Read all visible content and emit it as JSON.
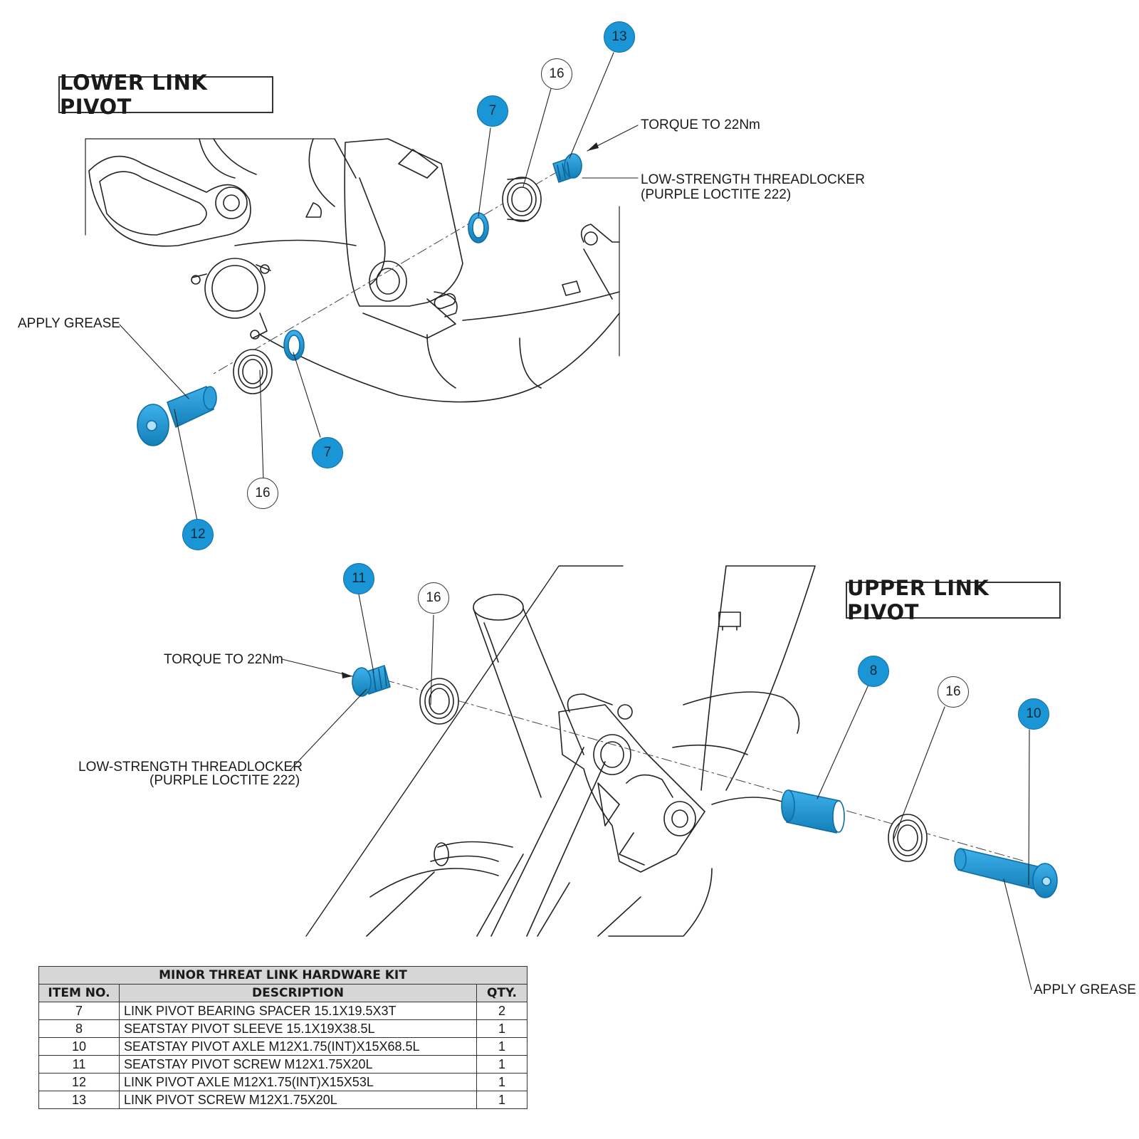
{
  "lower": {
    "title": "LOWER LINK PIVOT",
    "torque": "TORQUE TO 22Nm",
    "threadlocker_1": "LOW-STRENGTH THREADLOCKER",
    "threadlocker_2": "(PURPLE LOCTITE 222)",
    "grease": "APPLY GREASE",
    "balloons": {
      "b13": "13",
      "b16a": "16",
      "b7a": "7",
      "b7b": "7",
      "b16b": "16",
      "b12": "12"
    }
  },
  "upper": {
    "title": "UPPER LINK PIVOT",
    "torque": "TORQUE TO 22Nm",
    "threadlocker_1": "LOW-STRENGTH THREADLOCKER",
    "threadlocker_2": "(PURPLE LOCTITE 222)",
    "grease": "APPLY GREASE",
    "balloons": {
      "b11": "11",
      "b16a": "16",
      "b8": "8",
      "b16b": "16",
      "b10": "10"
    }
  },
  "bom": {
    "title": "MINOR THREAT LINK HARDWARE KIT",
    "headers": {
      "item": "ITEM NO.",
      "desc": "DESCRIPTION",
      "qty": "QTY."
    },
    "rows": [
      {
        "item": "7",
        "desc": "LINK PIVOT BEARING SPACER 15.1X19.5X3T",
        "qty": "2"
      },
      {
        "item": "8",
        "desc": "SEATSTAY PIVOT SLEEVE 15.1X19X38.5L",
        "qty": "1"
      },
      {
        "item": "10",
        "desc": "SEATSTAY PIVOT AXLE M12X1.75(INT)X15X68.5L",
        "qty": "1"
      },
      {
        "item": "11",
        "desc": "SEATSTAY PIVOT SCREW M12X1.75X20L",
        "qty": "1"
      },
      {
        "item": "12",
        "desc": "LINK PIVOT AXLE M12X1.75(INT)X15X53L",
        "qty": "1"
      },
      {
        "item": "13",
        "desc": "LINK PIVOT SCREW M12X1.75X20L",
        "qty": "1"
      }
    ]
  },
  "colors": {
    "kit_part": "#1a96d6",
    "line": "#222222"
  }
}
